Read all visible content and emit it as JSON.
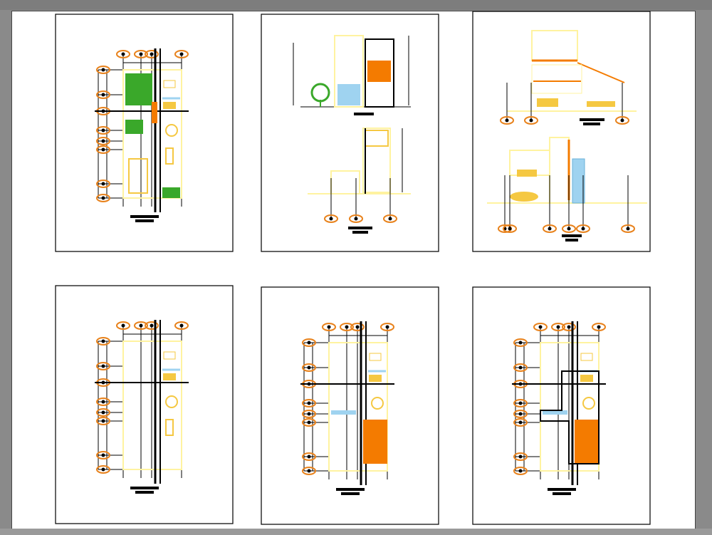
{
  "colors": {
    "background": "#8a8a8a",
    "sheet": "#ffffff",
    "frame": "#111111",
    "wall": "#000000",
    "outline": "#fff3a0",
    "furniture": "#f5c842",
    "axis_bubble": "#e8821c",
    "accent_fill": "#f47b00",
    "vegetation": "#3aa82a",
    "glass": "#9fd3f0"
  },
  "panels": [
    {
      "view": "plan",
      "garden": true,
      "car": true
    },
    {
      "view": "elevations"
    },
    {
      "view": "sections"
    },
    {
      "view": "plan"
    },
    {
      "view": "plan",
      "filled_block": true
    },
    {
      "view": "plan",
      "filled_block": true,
      "heavy_outline": true
    }
  ]
}
